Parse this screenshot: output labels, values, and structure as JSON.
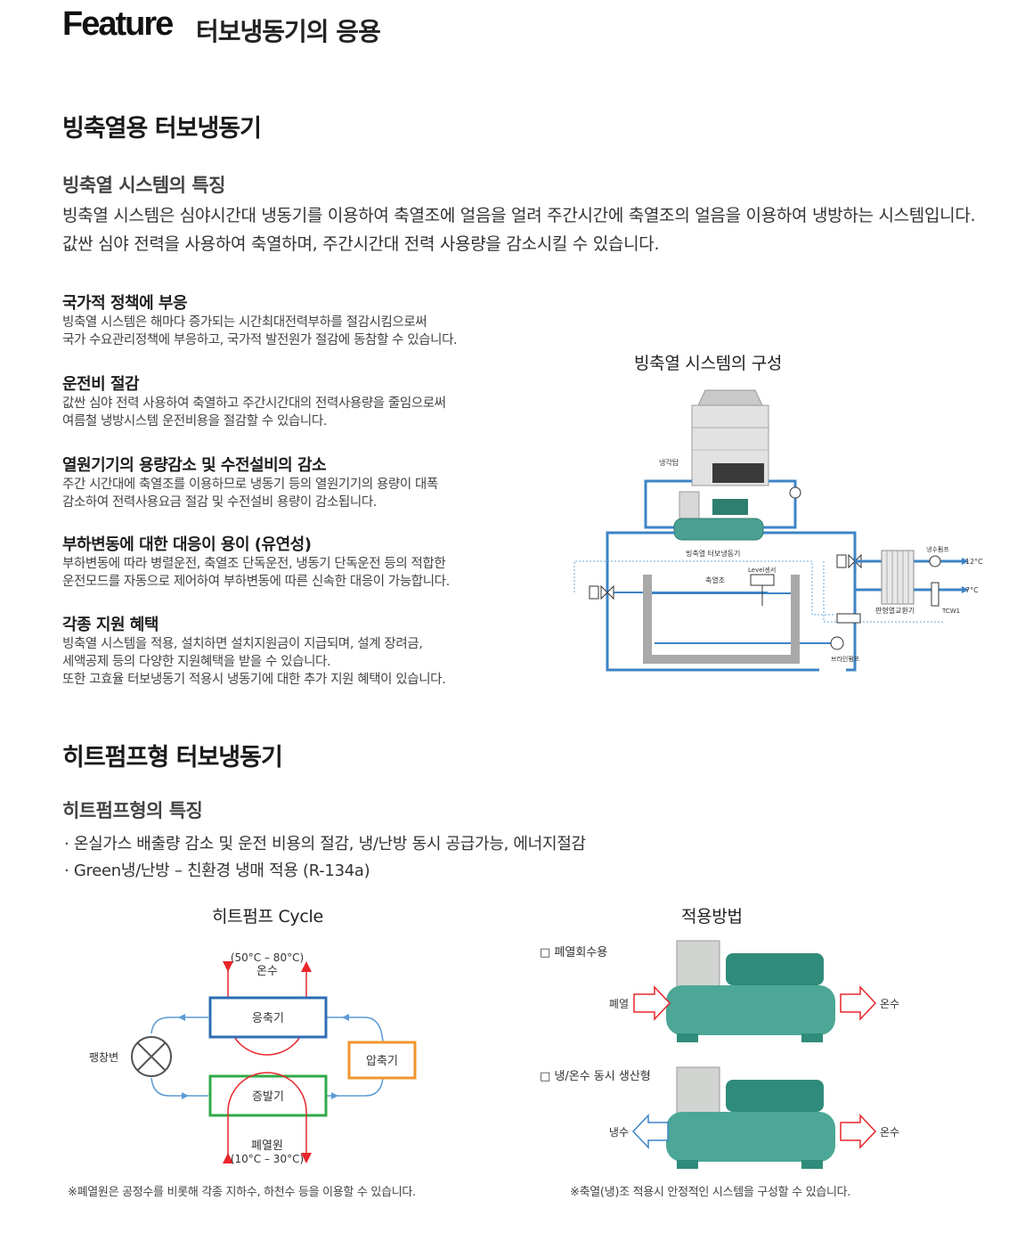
{
  "header": {
    "title": "Feature",
    "subtitle": "터보냉동기의 응용"
  },
  "ice_section": {
    "title": "빙축열용 터보냉동기",
    "subtitle": "빙축열 시스템의 특징",
    "lead": "빙축열 시스템은 심야시간대 냉동기를 이용하여 축열조에 얼음을 얼려 주간시간에 축열조의 얼음을 이용하여 냉방하는 시스템입니다. 값싼 심야 전력을 사용하여 축열하며, 주간시간대 전력 사용량을 감소시킬 수 있습니다.",
    "items": [
      {
        "title": "국가적 정책에 부응",
        "body": "빙축열 시스템은 해마다 증가되는 시간최대전력부하를 절감시킴으로써\n국가 수요관리정책에 부응하고, 국가적 발전원가 절감에 동참할 수 있습니다."
      },
      {
        "title": "운전비 절감",
        "body": "값싼 심야 전력 사용하여 축열하고 주간시간대의 전력사용량을 줄임으로써\n여름철 냉방시스템 운전비용을 절감할 수 있습니다."
      },
      {
        "title": "열원기기의 용량감소 및 수전설비의 감소",
        "body": "주간 시간대에 축열조를 이용하므로 냉동기 등의 열원기기의 용량이 대폭\n감소하여 전력사용요금 절감 및 수전설비 용량이 감소됩니다."
      },
      {
        "title": "부하변동에 대한 대응이 용이 (유연성)",
        "body": "부하변동에 따라 병렬운전, 축열조 단독운전, 냉동기 단독운전 등의 적합한\n운전모드를 자동으로 제어하여 부하변동에 따른 신속한 대응이 가능합니다."
      },
      {
        "title": "각종 지원 혜택",
        "body": "빙축열 시스템을 적용, 설치하면 설치지원금이 지급되며, 설계 장려금,\n세액공제 등의 다양한 지원혜택을 받을 수 있습니다.\n또한 고효율 터보냉동기 적용시 냉동기에 대한 추가 지원 혜택이 있습니다."
      }
    ],
    "diagram": {
      "title": "빙축열 시스템의 구성",
      "cooling_tower": "냉각탑",
      "chiller": "빙축열 터보냉동기",
      "level_sensor": "Level센서",
      "tank": "축열조",
      "brine_pump": "브라인펌프",
      "chw_pump": "냉수펌프",
      "hx": "판형열교환기",
      "tcw": "TCW1",
      "t_supply": "12°C",
      "t_return": "7°C"
    }
  },
  "hp_section": {
    "title": "히트펌프형 터보냉동기",
    "subtitle": "히트펌프형의 특징",
    "bullets": [
      "· 온실가스 배출량 감소 및 운전 비용의 절감, 냉/난방 동시 공급가능, 에너지절감",
      "· Green냉/난방 – 친환경 냉매 적용 (R-134a)"
    ],
    "cycle": {
      "title": "히트펌프 Cycle",
      "hot_range": "(50°C – 80°C)",
      "hot_label": "온수",
      "condenser": "응축기",
      "expansion_valve": "팽창변",
      "compressor": "압축기",
      "evaporator": "증발기",
      "source_label": "폐열원",
      "source_range": "(10°C – 30°C)",
      "note": "※폐열원은 공정수를 비롯해 각종 지하수, 하천수 등을 이용할 수 있습니다.",
      "colors": {
        "hot": "#e8262b",
        "cond": "#2e6db4",
        "evap": "#2faa48",
        "comp": "#f0962e",
        "pipe": "#5b9bd5"
      }
    },
    "method": {
      "title": "적용방법",
      "option1": "□ 폐열회수용",
      "option1_in": "폐열",
      "option1_out": "온수",
      "option2": "□ 냉/온수 동시 생산형",
      "option2_in": "냉수",
      "option2_out": "온수",
      "note": "※축열(냉)조 적용시 안정적인 시스템을 구성할 수 있습니다."
    }
  }
}
